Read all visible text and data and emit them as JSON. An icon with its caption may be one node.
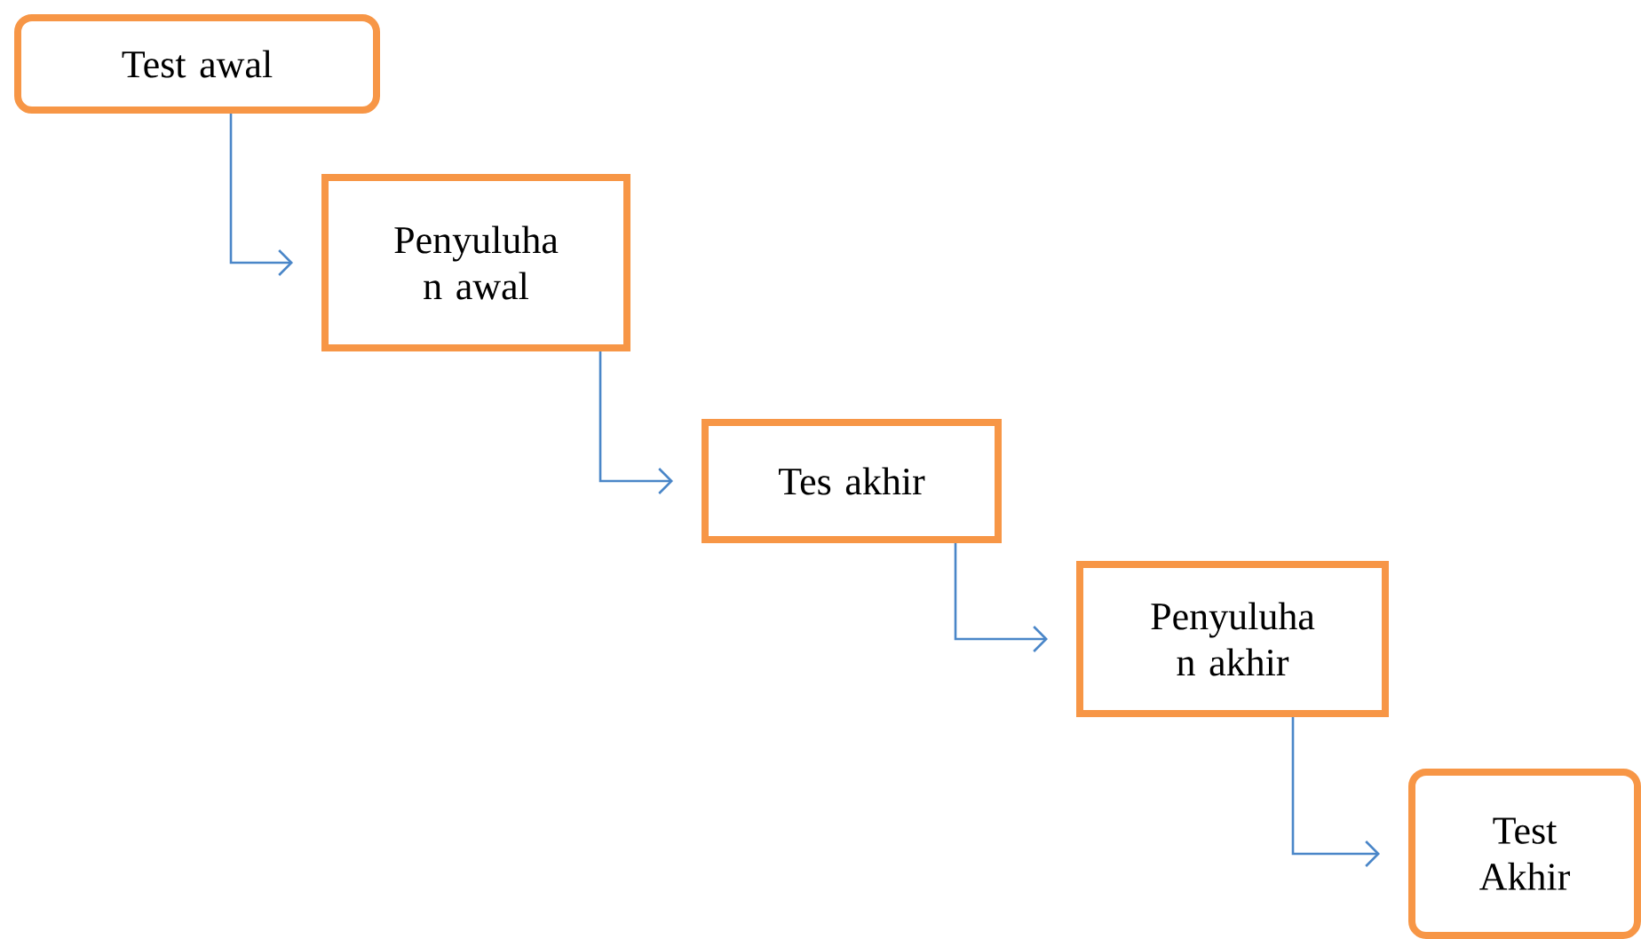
{
  "diagram": {
    "nodes": [
      {
        "text": [
          "Test awal"
        ]
      },
      {
        "text": [
          "Penyuluha n awal"
        ]
      },
      {
        "text": [
          "Tes akhir"
        ]
      },
      {
        "text": [
          "Penyuluha n akhir"
        ]
      },
      {
        "text": [
          "Test Akhir"
        ]
      }
    ],
    "edges": [
      {
        "from": 0,
        "to": 1,
        "arrow": "to"
      },
      {
        "from": 1,
        "to": 2,
        "arrow": "to"
      },
      {
        "from": 2,
        "to": 3,
        "arrow": "to"
      },
      {
        "from": 3,
        "to": 4,
        "arrow": "to"
      }
    ]
  }
}
